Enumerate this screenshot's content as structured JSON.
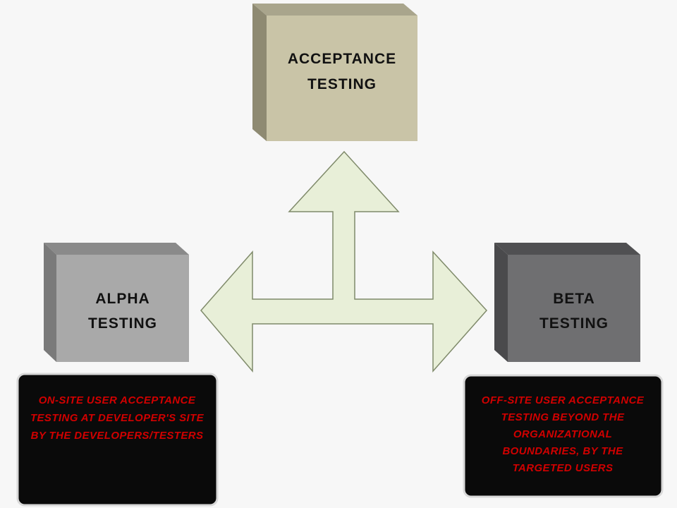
{
  "diagram": {
    "top_box": {
      "lines": [
        "ACCEPTANCE",
        "TESTING"
      ],
      "color": "#c9c4a7"
    },
    "left_box": {
      "lines": [
        "ALPHA",
        "TESTING"
      ],
      "color": "#a9a9a9"
    },
    "right_box": {
      "lines": [
        "BETA",
        "TESTING"
      ],
      "color": "#6f6f71"
    },
    "arrow_color": "#e8efd8",
    "left_note": {
      "lines": [
        "ON-SITE USER ACCEPTANCE",
        "TESTING AT DEVELOPER'S SITE",
        "BY THE DEVELOPERS/TESTERS"
      ]
    },
    "right_note": {
      "lines": [
        "OFF-SITE USER ACCEPTANCE",
        "TESTING BEYOND THE",
        "ORGANIZATIONAL",
        "BOUNDARIES, BY THE",
        "TARGETED USERS"
      ]
    },
    "note_text_color": "#d10000",
    "note_bg_color": "#0a0a0a"
  }
}
